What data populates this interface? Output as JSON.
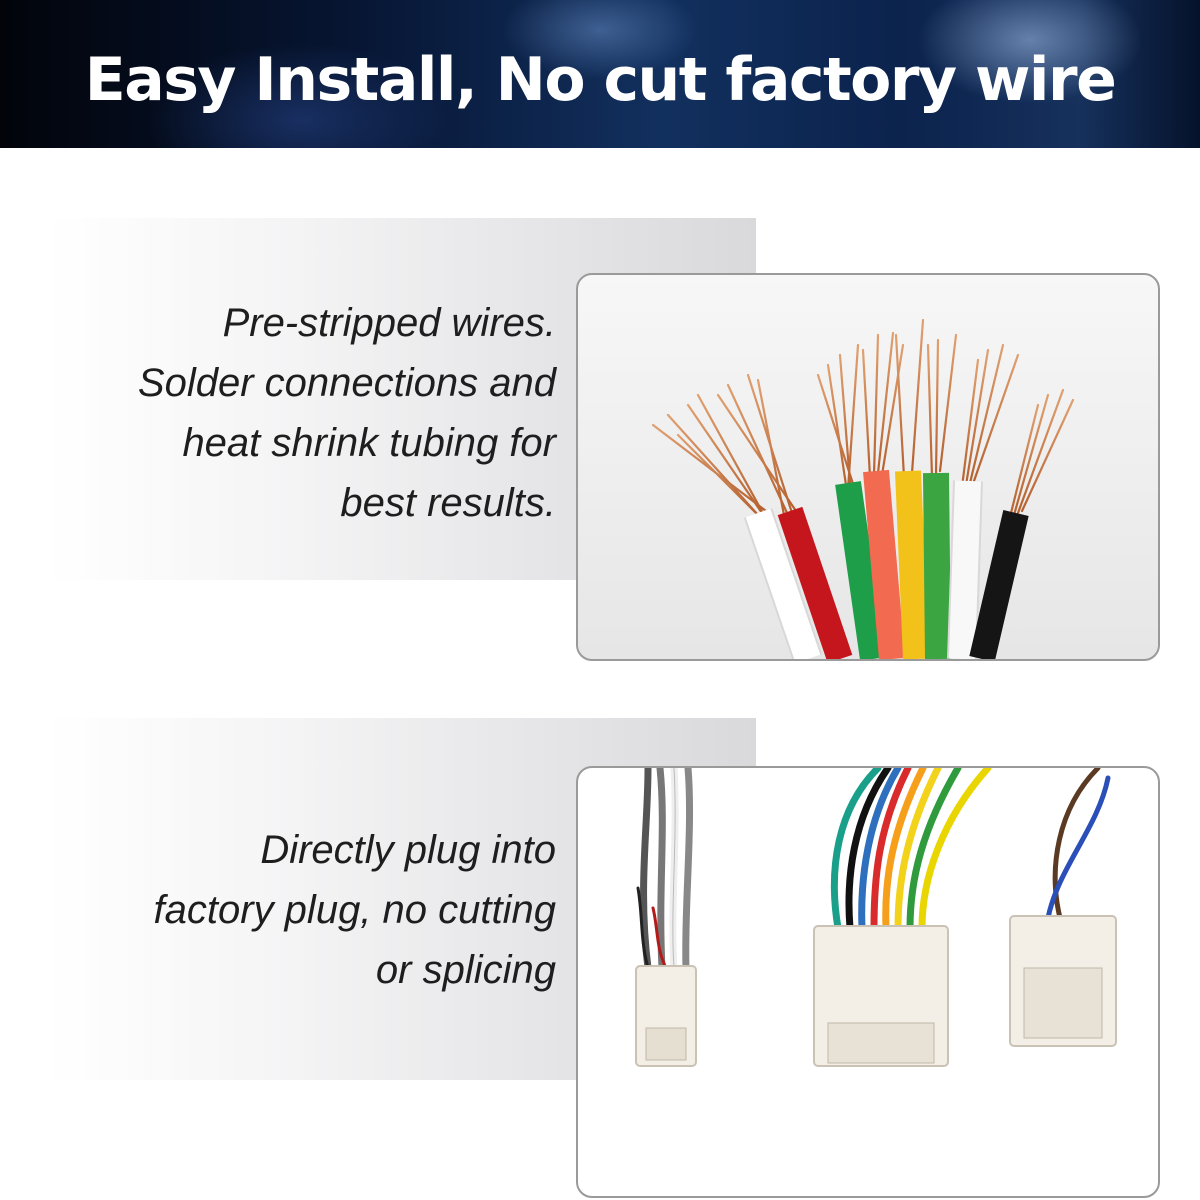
{
  "banner": {
    "title": "Easy Install, No cut factory wire"
  },
  "features": [
    {
      "text": "Pre-stripped wires. Solder connections and heat shrink tubing for best results.",
      "lines": [
        "Pre-stripped wires.",
        "Solder connections and",
        "heat shrink tubing for",
        "best results."
      ],
      "image": "stripped-wires-photo"
    },
    {
      "text": "Directly plug into factory plug, no cutting or splicing",
      "lines": [
        "Directly plug into",
        "factory plug, no cutting",
        "or splicing"
      ],
      "image": "wiring-harness-connectors-photo"
    }
  ],
  "colors": {
    "banner_dark": "#02040a",
    "banner_blue": "#12305e",
    "caption_text": "#1e1e1e",
    "panel_gray": "#d9d9dc",
    "copper": "#c87a4a"
  }
}
